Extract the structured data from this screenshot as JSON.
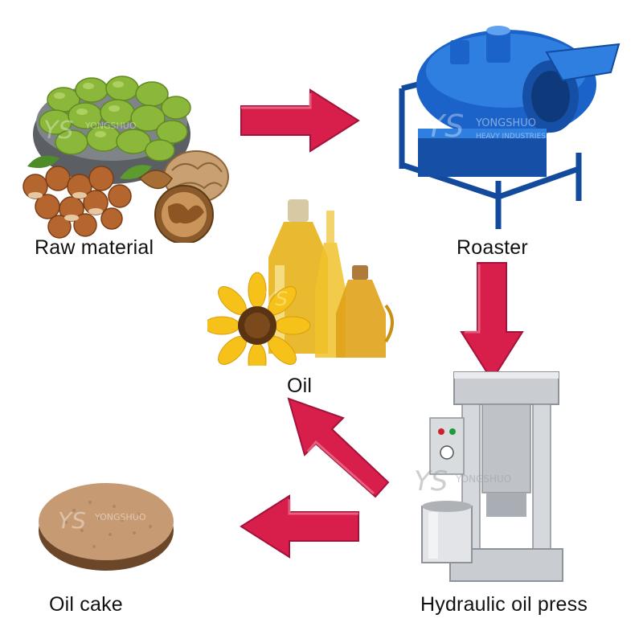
{
  "nodes": {
    "raw_material": {
      "label": "Raw material"
    },
    "roaster": {
      "label": "Roaster"
    },
    "oil": {
      "label": "Oil"
    },
    "hydraulic_press": {
      "label": "Hydraulic oil press"
    },
    "oil_cake": {
      "label": "Oil cake"
    }
  },
  "watermark": {
    "brand": "YONGSHUO",
    "sub": "HEAVY INDUSTRIES",
    "mark": "YS"
  },
  "colors": {
    "arrow": "#d81e4a",
    "arrow_dark": "#a3123a",
    "roaster_blue": "#1b63c8",
    "press_steel": "#c9ccd0",
    "olive_green": "#8bb83a",
    "oil_gold": "#e7b21a",
    "sunflower": "#f6c21a",
    "cake": "#c69a73"
  }
}
